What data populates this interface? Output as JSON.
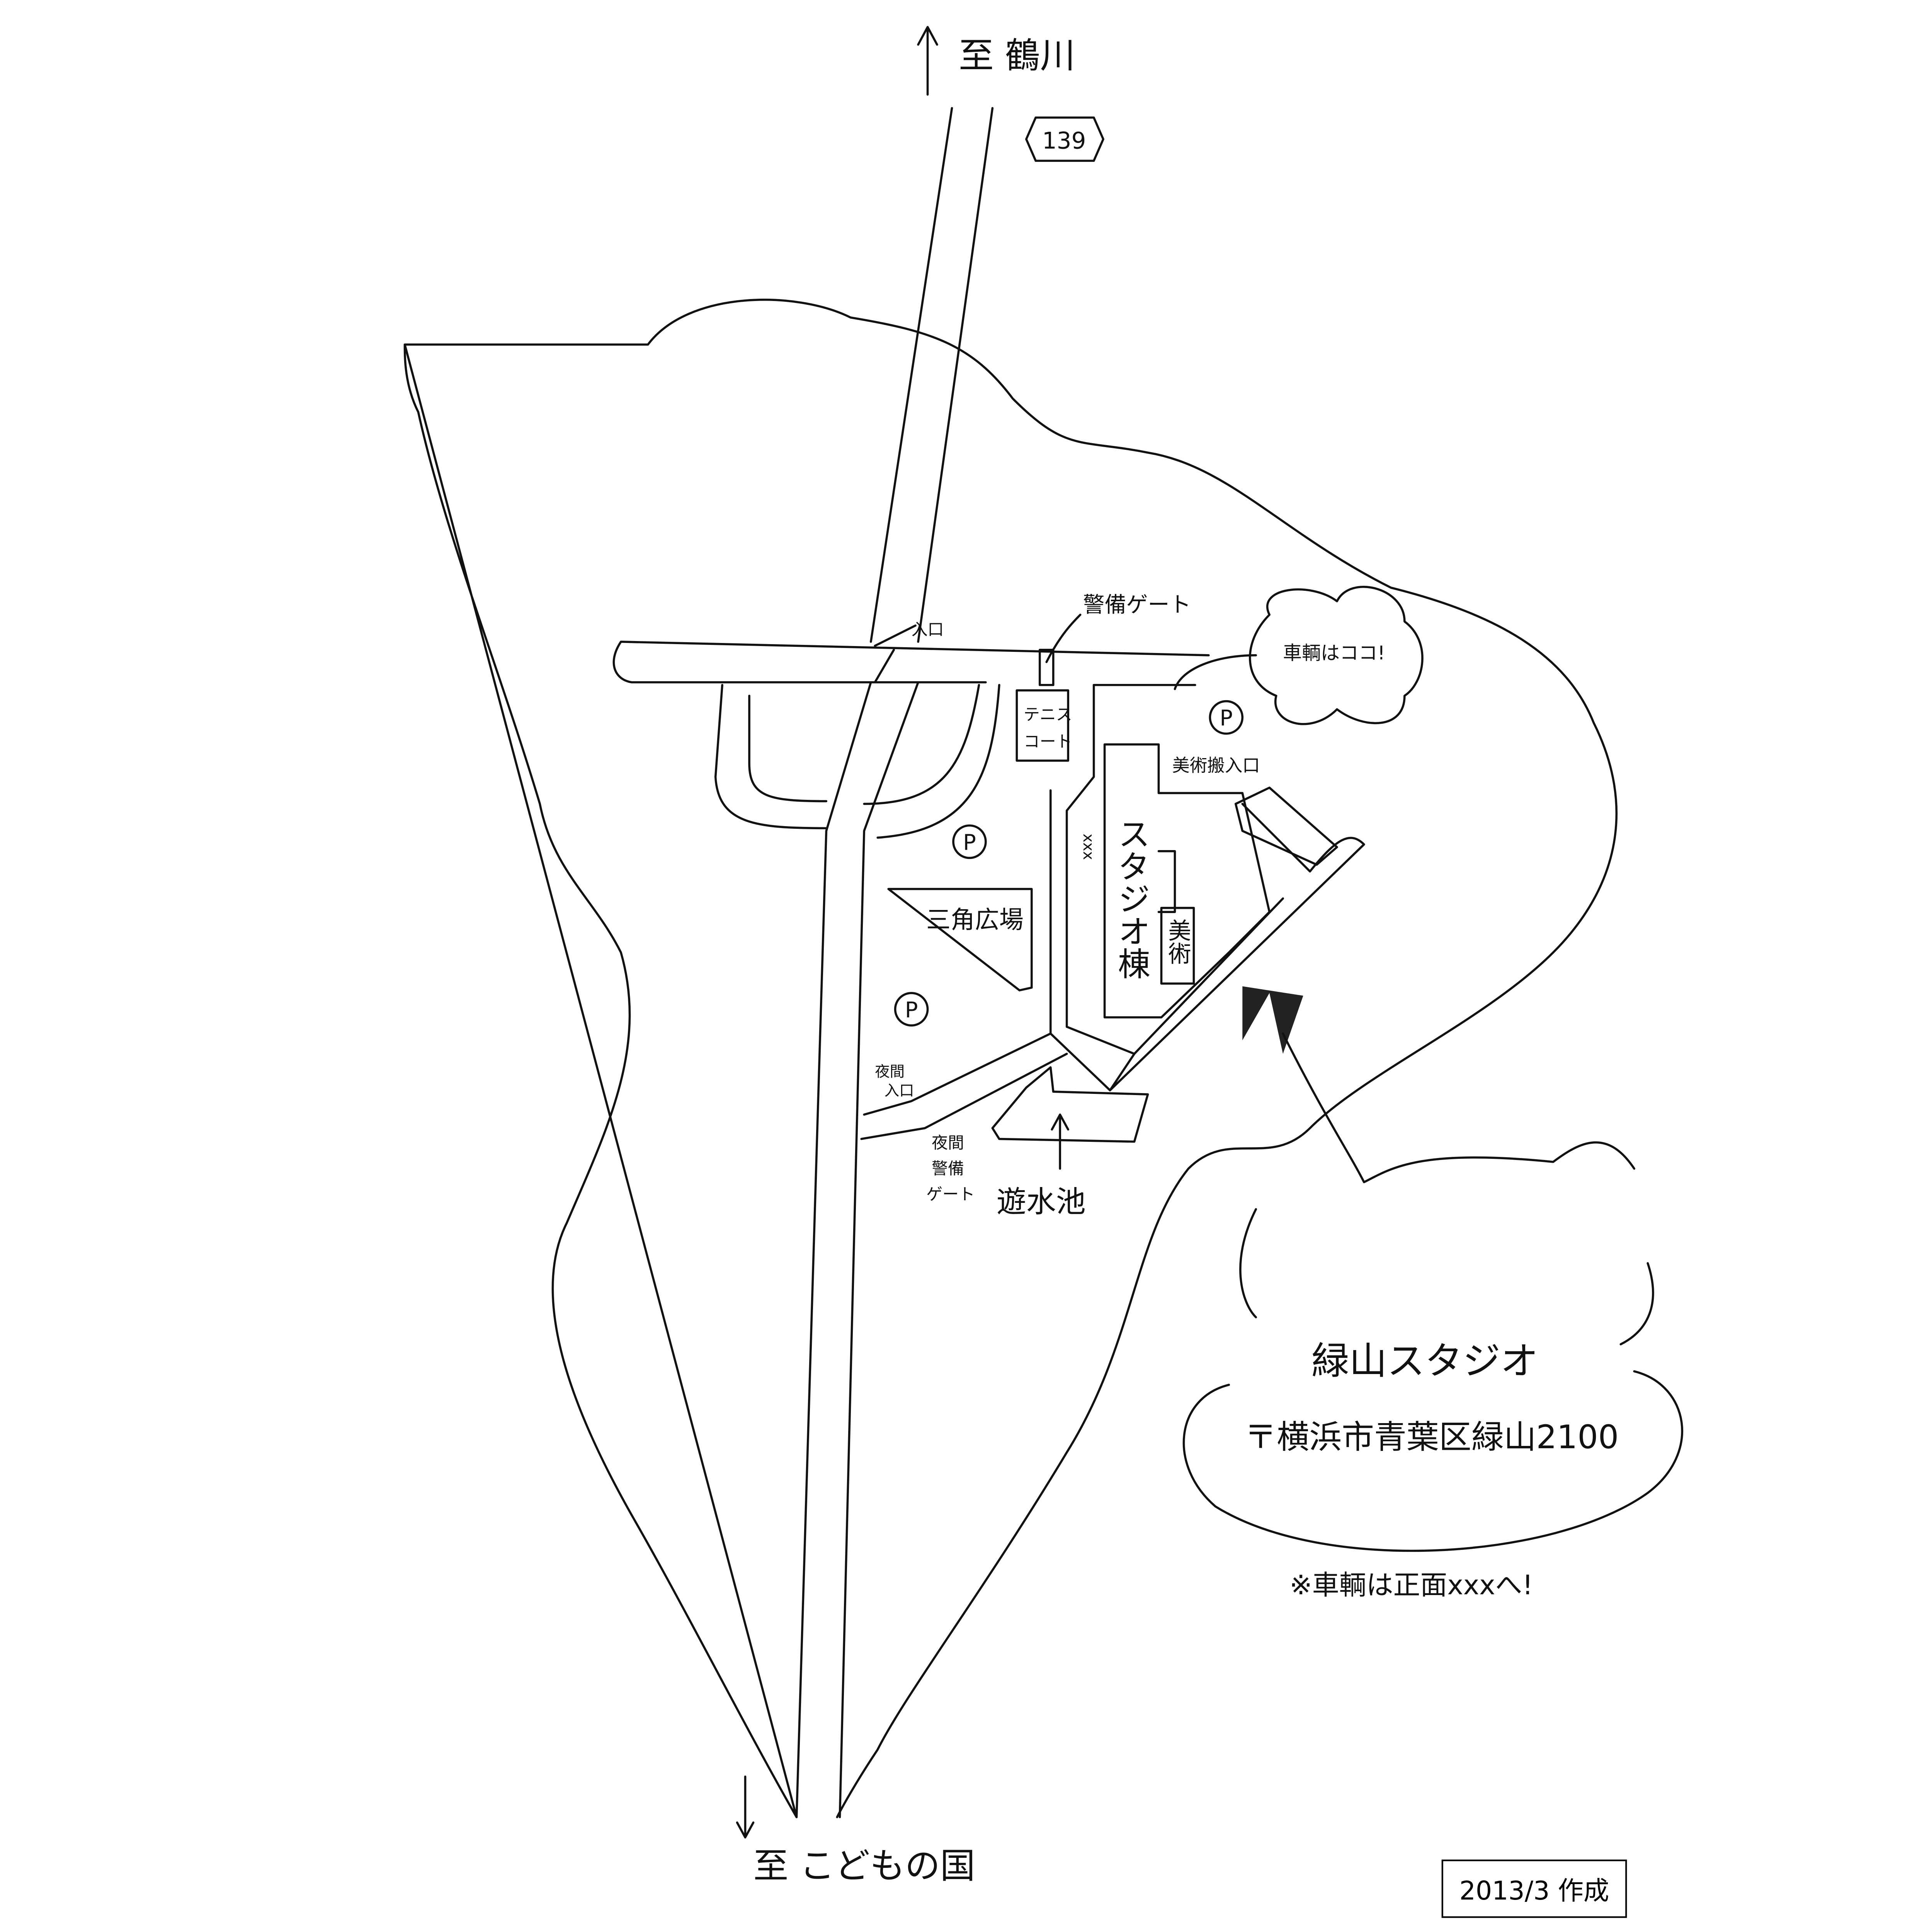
{
  "title": "緑山スタジオ",
  "address": "〒横浜市青葉区緑山2100",
  "note": "※車輌は正面xxxへ!",
  "created": "2013/3 作成",
  "directions": {
    "north": "至 鶴川",
    "south": "至 こどもの国"
  },
  "route_number": "139",
  "labels": {
    "entrance": "入口",
    "security_gate": "警備ゲート",
    "vehicle_here": "車輌はココ!",
    "tennis_line1": "テニス",
    "tennis_line2": "コート",
    "art_loading": "美術搬入口",
    "studio": "スタジオ棟",
    "art": "美術",
    "triangle_plaza": "三角広場",
    "xxx": "xxx",
    "night_entrance_1": "夜間",
    "night_entrance_2": "入口",
    "night_gate_1": "夜間",
    "night_gate_2": "警備",
    "night_gate_3": "ゲート",
    "pond": "遊水池",
    "parking": "P"
  },
  "colors": {
    "ink": "#111111",
    "paper": "#ffffff"
  }
}
